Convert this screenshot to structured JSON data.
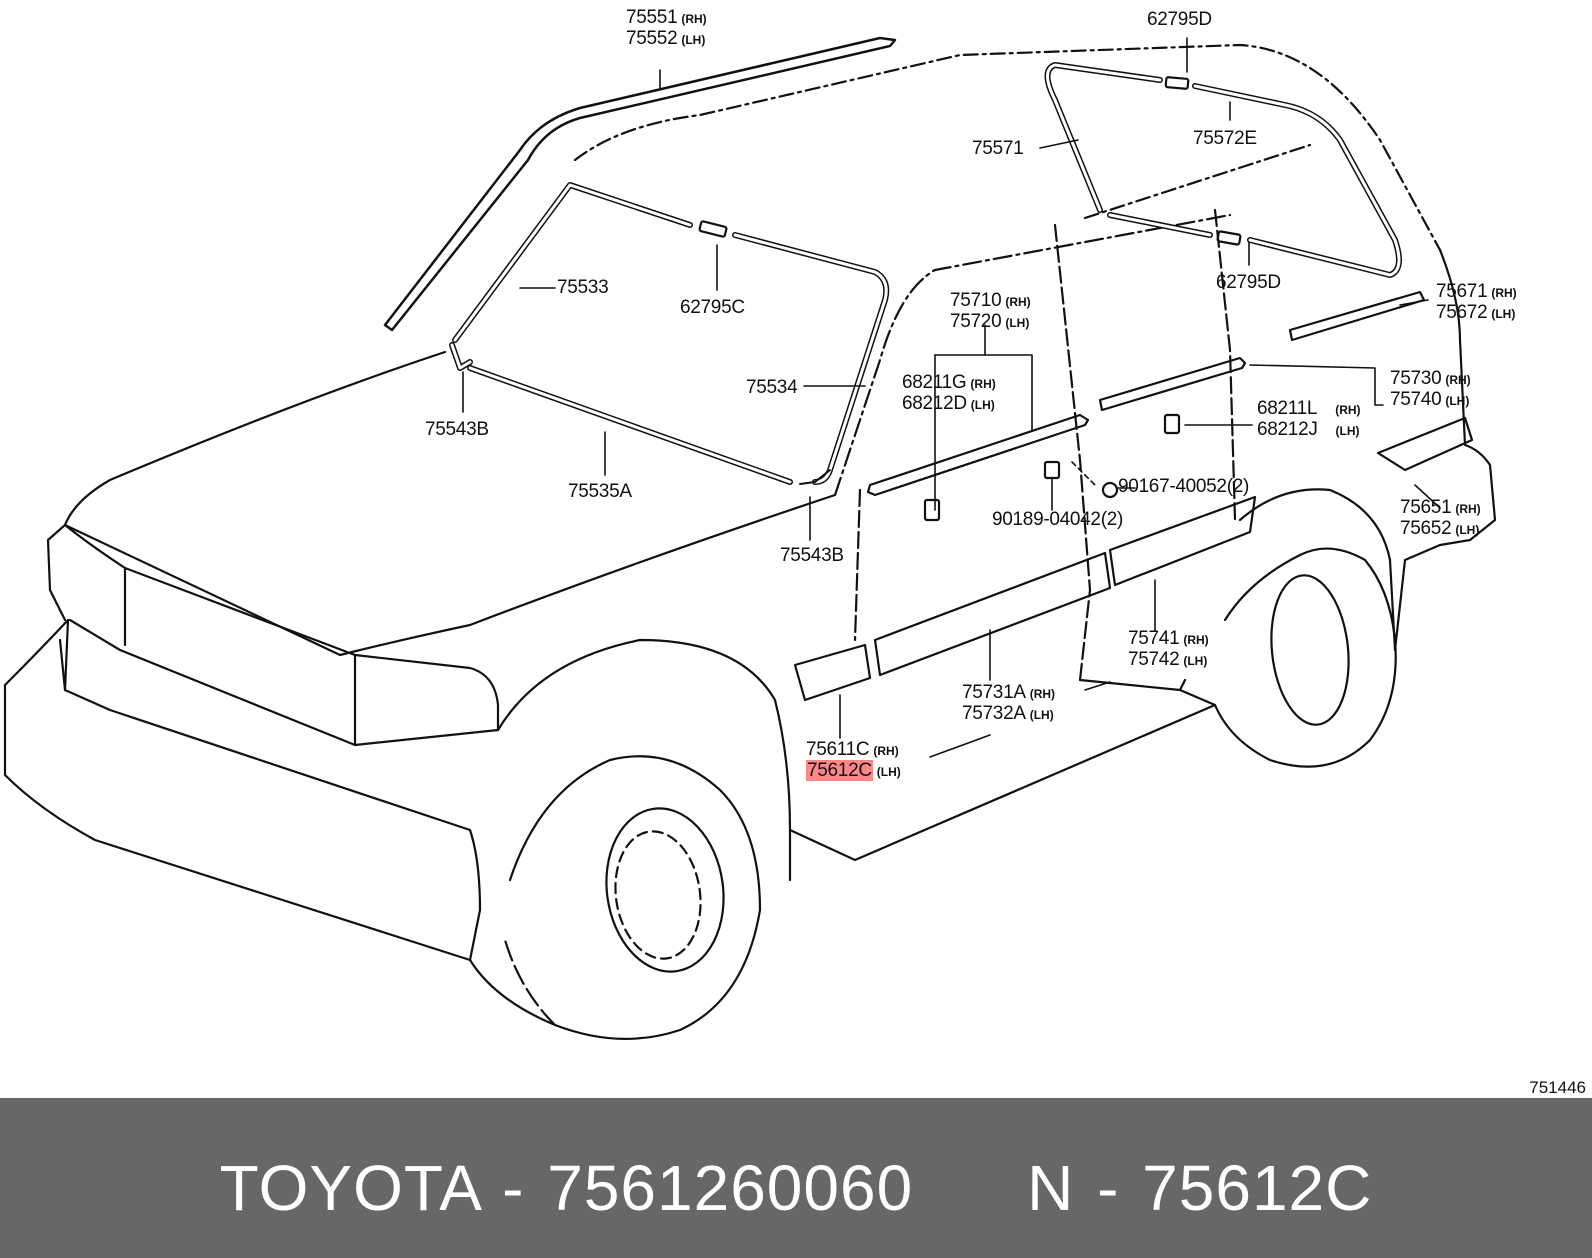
{
  "diagram": {
    "parts": [
      {
        "id": "p75551",
        "codes": [
          "75551",
          "75552"
        ],
        "sides": [
          "(RH)",
          "(LH)"
        ]
      },
      {
        "id": "p62795d_top",
        "codes": [
          "62795D"
        ],
        "sides": [
          ""
        ]
      },
      {
        "id": "p75571",
        "codes": [
          "75571"
        ],
        "sides": [
          ""
        ]
      },
      {
        "id": "p75572e",
        "codes": [
          "75572E"
        ],
        "sides": [
          ""
        ]
      },
      {
        "id": "p75533",
        "codes": [
          "75533"
        ],
        "sides": [
          ""
        ]
      },
      {
        "id": "p62795c",
        "codes": [
          "62795C"
        ],
        "sides": [
          ""
        ]
      },
      {
        "id": "p62795d_mid",
        "codes": [
          "62795D"
        ],
        "sides": [
          ""
        ]
      },
      {
        "id": "p75671",
        "codes": [
          "75671",
          "75672"
        ],
        "sides": [
          "(RH)",
          "(LH)"
        ]
      },
      {
        "id": "p75710",
        "codes": [
          "75710",
          "75720"
        ],
        "sides": [
          "(RH)",
          "(LH)"
        ]
      },
      {
        "id": "p68211g",
        "codes": [
          "68211G",
          "68212D"
        ],
        "sides": [
          "(RH)",
          "(LH)"
        ]
      },
      {
        "id": "p75534",
        "codes": [
          "75534"
        ],
        "sides": [
          ""
        ]
      },
      {
        "id": "p75730",
        "codes": [
          "75730",
          "75740"
        ],
        "sides": [
          "(RH)",
          "(LH)"
        ]
      },
      {
        "id": "p68211l",
        "codes": [
          "68211L",
          "68212J"
        ],
        "sides": [
          "(RH)",
          "(LH)"
        ]
      },
      {
        "id": "p75543b_left",
        "codes": [
          "75543B"
        ],
        "sides": [
          ""
        ]
      },
      {
        "id": "p75535a",
        "codes": [
          "75535A"
        ],
        "sides": [
          ""
        ]
      },
      {
        "id": "p90167",
        "codes": [
          "90167-40052(2)"
        ],
        "sides": [
          ""
        ]
      },
      {
        "id": "p90189",
        "codes": [
          "90189-04042(2)"
        ],
        "sides": [
          ""
        ]
      },
      {
        "id": "p75651",
        "codes": [
          "75651",
          "75652"
        ],
        "sides": [
          "(RH)",
          "(LH)"
        ]
      },
      {
        "id": "p75543b_right",
        "codes": [
          "75543B"
        ],
        "sides": [
          ""
        ]
      },
      {
        "id": "p75741",
        "codes": [
          "75741",
          "75742"
        ],
        "sides": [
          "(RH)",
          "(LH)"
        ]
      },
      {
        "id": "p75731a",
        "codes": [
          "75731A",
          "75732A"
        ],
        "sides": [
          "(RH)",
          "(LH)"
        ]
      },
      {
        "id": "p75611c",
        "codes": [
          "75611C",
          "75612C"
        ],
        "sides": [
          "(RH)",
          "(LH)"
        ],
        "highlight_row": 1
      }
    ],
    "figure_code": "751446",
    "highlight_color": "#ff5f5f"
  },
  "footer": {
    "text": "TOYOTA - 7561260060     N - 75612C",
    "background": "#676767",
    "text_color": "#ffffff"
  }
}
